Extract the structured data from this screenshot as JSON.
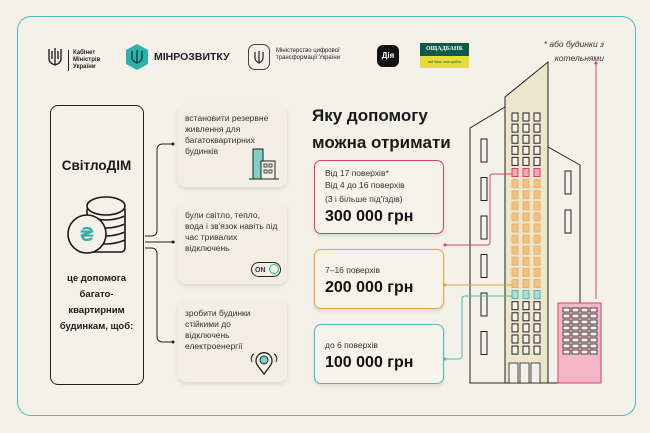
{
  "logos": {
    "cabinet": "Кабінет Міністрів України",
    "minrozvytku": "МІНРОЗВИТКУ",
    "mintsyfra": "Міністерство цифрової трансформації України",
    "diia": "Дія",
    "oschadbank": "ОЩАДБАНК",
    "oschadbank_tagline": "мій банк. моя країна"
  },
  "footnote": "* або будинки з котельнями",
  "program": {
    "title": "СвітлоДІМ",
    "currency_symbol": "₴",
    "description": "це допомога багато-квартирним будинкам, щоб:"
  },
  "goals": [
    {
      "text": "встановити резервне живлення для багатоквартирних будинків",
      "icon": "building-icon"
    },
    {
      "text": "були світло, тепло, вода і зв'язок навіть під час тривалих відключень",
      "icon": "toggle-on-icon",
      "toggle_label": "ON"
    },
    {
      "text": "зробити будинки стійкими до відключень електроенергії",
      "icon": "location-pin-icon"
    }
  ],
  "heading": "Яку допомогу можна отримати",
  "tiers": [
    {
      "line1": "Від 17 поверхів*",
      "line2": "Від 4 до 16 поверхів",
      "line3": "(3 і більше під'їздів)",
      "amount": "300 000 грн",
      "color": "#d9436a"
    },
    {
      "line1": "7–16 поверхів",
      "amount": "200 000 грн",
      "color": "#e3a24a"
    },
    {
      "line1": "до 6 поверхів",
      "amount": "100 000 грн",
      "color": "#4fb9b3"
    }
  ],
  "colors": {
    "teal": "#4fb9b3",
    "red": "#d9436a",
    "orange": "#e3a24a",
    "pink": "#f3b6c8",
    "tower": "#ebe6cc"
  }
}
